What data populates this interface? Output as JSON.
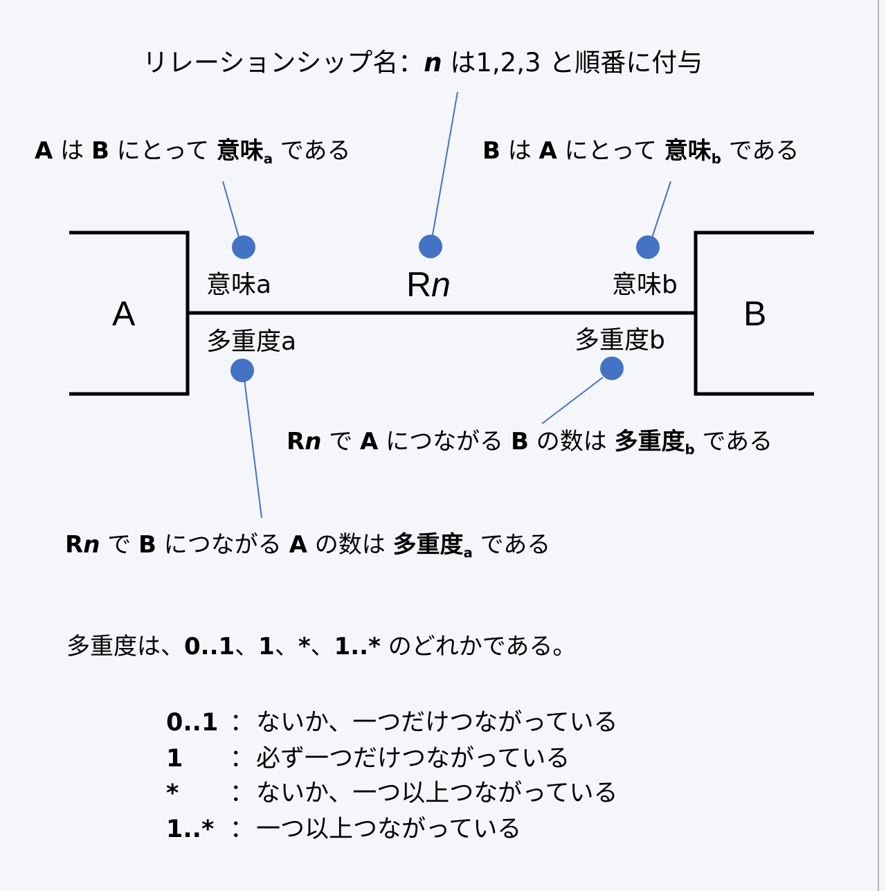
{
  "title": {
    "prefix": "リレーションシップ名：",
    "var": "n",
    "suffix": " は1,2,3 と順番に付与"
  },
  "callout_a": {
    "ent1": "A",
    "t1": " は ",
    "ent2": "B",
    "t2": " にとって ",
    "bold": "意味",
    "sub": "a",
    "t3": " である"
  },
  "callout_b": {
    "ent1": "B",
    "t1": " は ",
    "ent2": "A",
    "t2": " にとって ",
    "bold": "意味",
    "sub": "b",
    "t3": " である"
  },
  "entities": {
    "a": "A",
    "b": "B"
  },
  "relationship": {
    "r": "R",
    "n": "n"
  },
  "labels": {
    "meaning_a": "意味a",
    "meaning_b": "意味b",
    "mult_a": "多重度a",
    "mult_b": "多重度b"
  },
  "callout_mult_b": {
    "r": "R",
    "n": "n",
    "t1": " で ",
    "ent1": "A",
    "t2": " につながる ",
    "ent2": "B",
    "t3": " の数は ",
    "bold": "多重度",
    "sub": "b",
    "t4": " である"
  },
  "callout_mult_a": {
    "r": "R",
    "n": "n",
    "t1": " で ",
    "ent1": "B",
    "t2": " につながる ",
    "ent2": "A",
    "t3": " の数は ",
    "bold": "多重度",
    "sub": "a",
    "t4": " である"
  },
  "options_line": {
    "prefix": "多重度は、",
    "v1": "0..1",
    "sep1": "、",
    "v2": "1",
    "sep2": "、",
    "v3": "*",
    "sep3": "、",
    "v4": "1..*",
    "suffix": " のどれかである。"
  },
  "legend": [
    {
      "code": "0..1",
      "colon": "：",
      "desc": "ないか、一つだけつながっている"
    },
    {
      "code": "1",
      "colon": "：",
      "desc": "必ず一つだけつながっている"
    },
    {
      "code": "*",
      "colon": "：",
      "desc": "ないか、一つ以上つながっている"
    },
    {
      "code": "1..*",
      "colon": "：",
      "desc": "一つ以上つながっている"
    }
  ],
  "colors": {
    "dot": "#4472c4",
    "leader": "#4472c4",
    "line": "#000000"
  }
}
